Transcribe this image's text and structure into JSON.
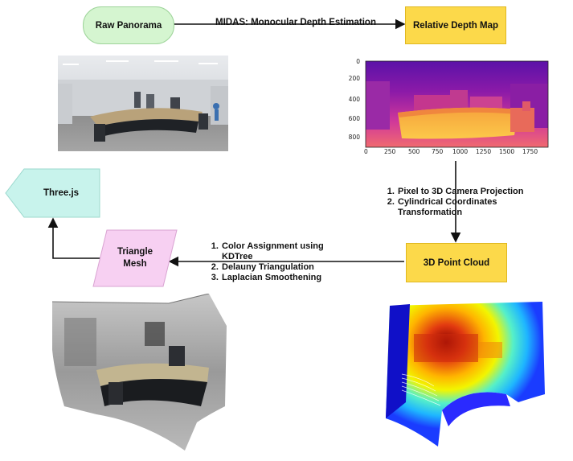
{
  "nodes": {
    "raw_panorama": "Raw Panorama",
    "relative_depth_map": "Relative Depth Map",
    "threejs": "Three.js",
    "triangle_mesh": "Triangle\nMesh",
    "point_cloud": "3D Point Cloud"
  },
  "edges": {
    "midas": "MIDAS: Monocular Depth Estimation",
    "projection_steps": [
      "Pixel to 3D Camera Projection",
      "Cylindrical Coordinates Transformation"
    ],
    "mesh_steps": [
      "Color Assignment using KDTree",
      "Delauny Triangulation",
      "Laplacian Smoothening"
    ]
  },
  "depth_plot": {
    "x_ticks": [
      "0",
      "250",
      "500",
      "750",
      "1000",
      "1250",
      "1500",
      "1750"
    ],
    "y_ticks": [
      "0",
      "200",
      "400",
      "600",
      "800"
    ]
  },
  "colors": {
    "raw_panorama_fill": "#d5f5d0",
    "depth_box_fill": "#fcd94a",
    "threejs_fill": "#c8f3ec",
    "mesh_fill": "#f7d0f2"
  }
}
